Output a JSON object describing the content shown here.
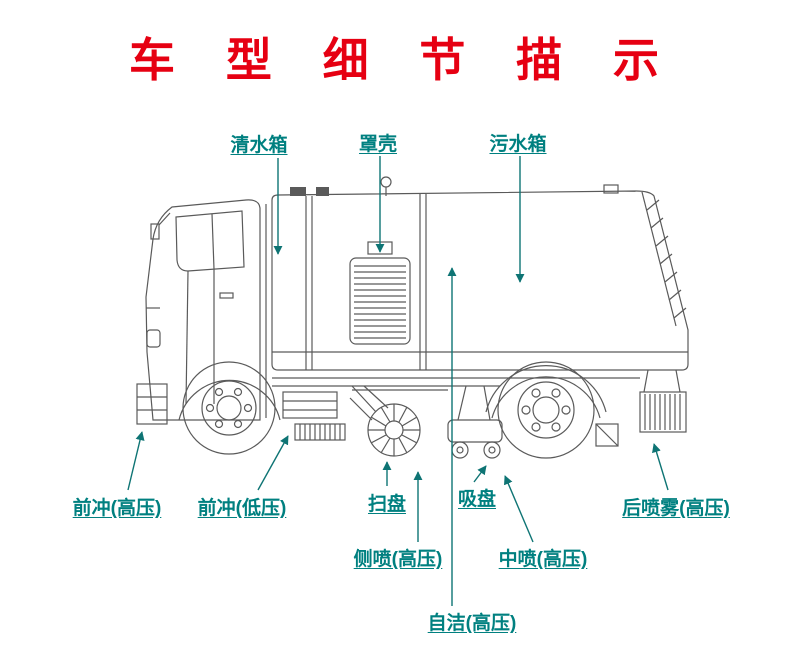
{
  "page": {
    "title": "车 型 细 节 描 示"
  },
  "colors": {
    "title": "#e60012",
    "label": "#008080",
    "leader_line": "#0e7474",
    "line_art": "#5a5a5a",
    "background": "#ffffff"
  },
  "labels": {
    "items": [
      {
        "id": "clean-water-tank",
        "text": "清水箱"
      },
      {
        "id": "cover-shell",
        "text": "罩壳"
      },
      {
        "id": "sewage-tank",
        "text": "污水箱"
      },
      {
        "id": "front-flush-high",
        "text": "前冲(高压)"
      },
      {
        "id": "front-flush-low",
        "text": "前冲(低压)"
      },
      {
        "id": "sweep-disc",
        "text": "扫盘"
      },
      {
        "id": "suction-disc",
        "text": "吸盘"
      },
      {
        "id": "side-spray-high",
        "text": "侧喷(高压)"
      },
      {
        "id": "mid-spray-high",
        "text": "中喷(高压)"
      },
      {
        "id": "self-clean-high",
        "text": "自洁(高压)"
      },
      {
        "id": "rear-mist-high",
        "text": "后喷雾(高压)"
      }
    ]
  }
}
